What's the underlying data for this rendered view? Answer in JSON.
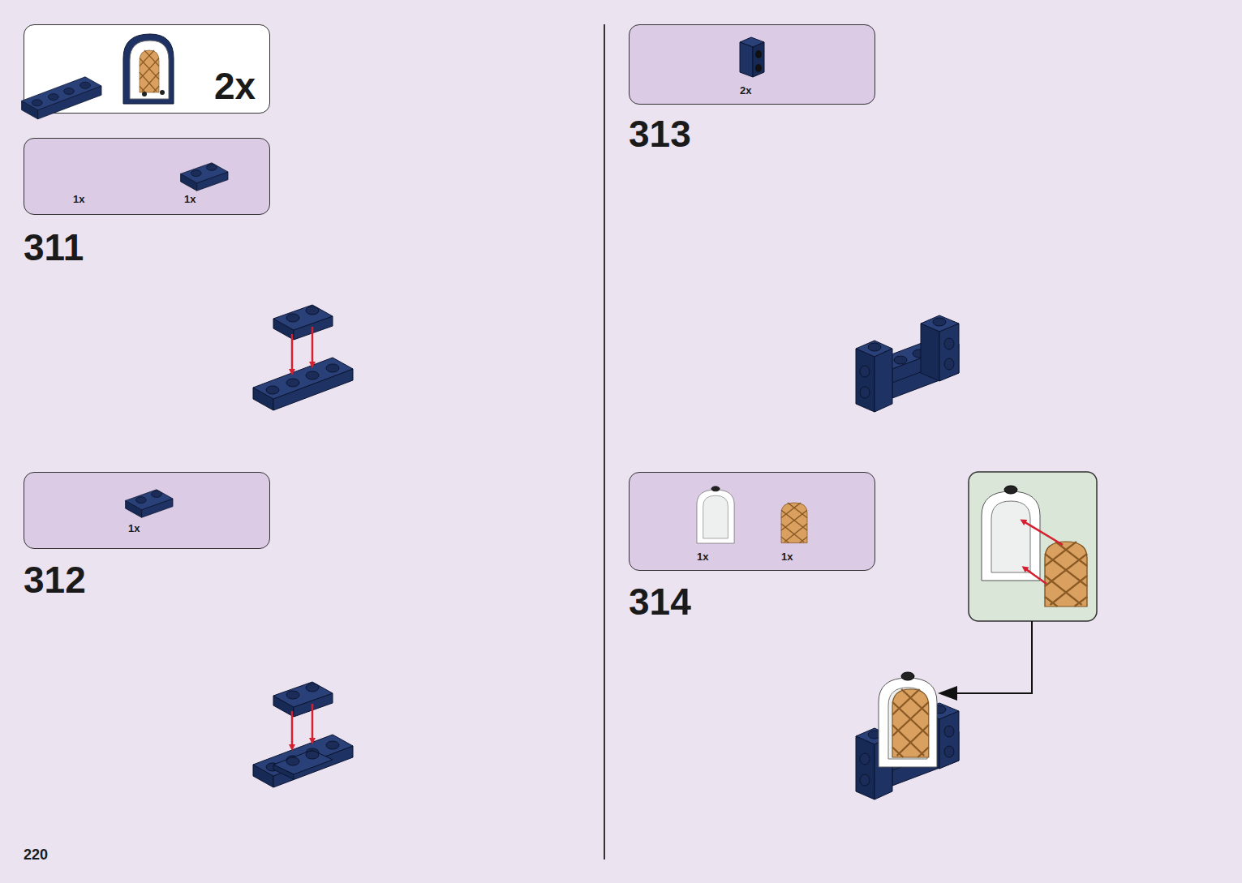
{
  "diagram": {
    "nodes": [
      {
        "text": [
          "2x"
        ]
      },
      {
        "text": [
          "1x",
          "1x"
        ]
      },
      {
        "text": [
          "1x"
        ]
      },
      {
        "text": [
          "2x"
        ]
      },
      {
        "text": [
          "1x",
          "1x"
        ]
      }
    ],
    "labels": [
      "311",
      "312",
      "313",
      "314",
      "220"
    ]
  }
}
